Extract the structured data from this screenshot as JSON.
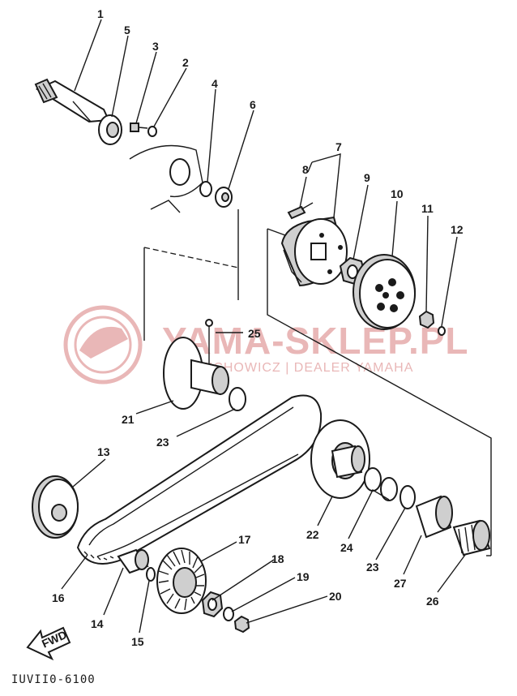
{
  "drawing_code": "IUVII0-6100",
  "fwd_label": "FWD",
  "watermark": {
    "title": "YAMA-SKLEP.PL",
    "subtitle": "WODZICHOWICZ | DEALER YAMAHA",
    "color": "#e9b7b7"
  },
  "callouts": {
    "c1": "1",
    "c2": "2",
    "c3": "3",
    "c4": "4",
    "c5": "5",
    "c6": "6",
    "c7": "7",
    "c8": "8",
    "c9": "9",
    "c10": "10",
    "c11": "11",
    "c12": "12",
    "c13": "13",
    "c14": "14",
    "c15": "15",
    "c16": "16",
    "c17": "17",
    "c18": "18",
    "c19": "19",
    "c20": "20",
    "c21": "21",
    "c22": "22",
    "c23a": "23",
    "c23b": "23",
    "c24": "24",
    "c25": "25",
    "c26": "26",
    "c27": "27"
  }
}
